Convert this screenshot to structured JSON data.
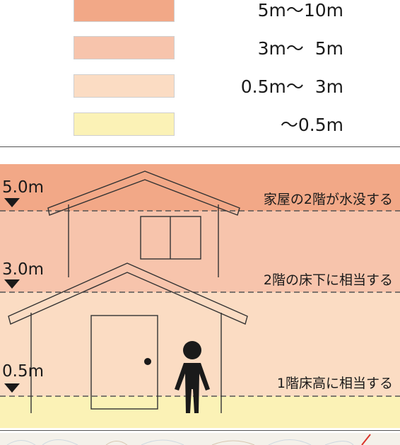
{
  "legend": {
    "items": [
      {
        "label": "5m〜10m",
        "color": "#f2a887"
      },
      {
        "label": "3m〜  5m",
        "color": "#f7c4ac"
      },
      {
        "label": "0.5m〜  3m",
        "color": "#fbdcc3"
      },
      {
        "label": "〜0.5m",
        "color": "#fbf2b6"
      }
    ]
  },
  "diagram": {
    "levels": [
      {
        "value": "5.0m",
        "note": "家屋の2階が水没する"
      },
      {
        "value": "3.0m",
        "note": "2階の床下に相当する"
      },
      {
        "value": "0.5m",
        "note": "1階床高に相当する"
      }
    ],
    "band_colors": {
      "deep": "#f2a887",
      "upper": "#f7c4ac",
      "middle": "#fbdcc3",
      "ground": "#fbf2b6"
    }
  }
}
